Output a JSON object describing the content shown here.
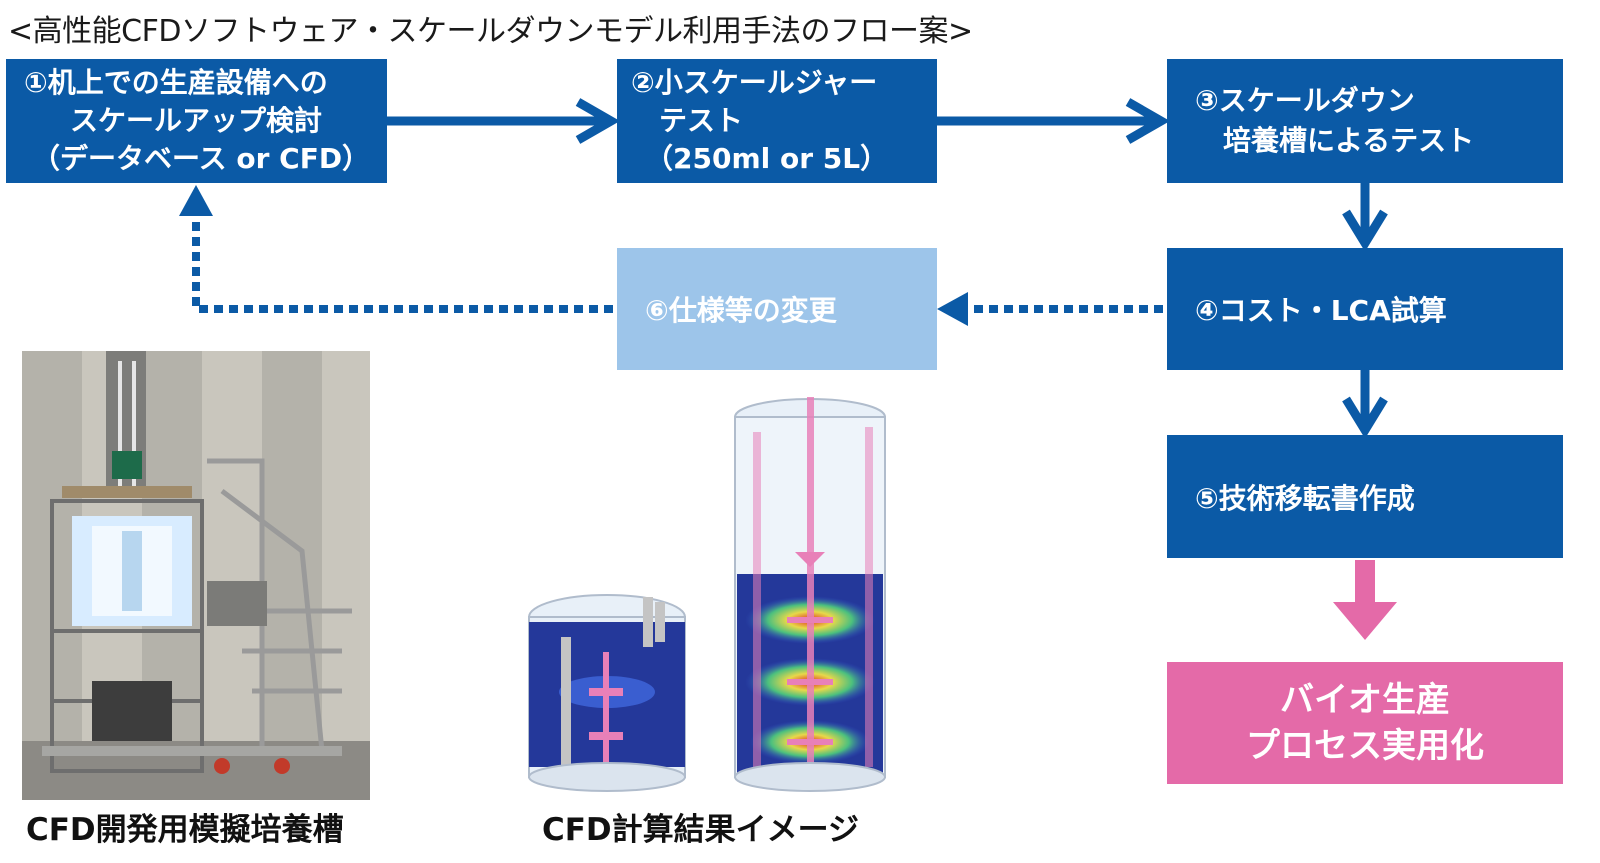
{
  "title": "<高性能CFDソフトウェア・スケールダウンモデル利用手法のフロー案>",
  "steps": {
    "step1": [
      "①机上での生産設備への",
      "スケールアップ検討",
      "（データベース or CFD）"
    ],
    "step2": [
      "②小スケールジャー",
      "テスト",
      "（250ml or 5L）"
    ],
    "step3": [
      "③スケールダウン",
      "培養槽によるテスト"
    ],
    "step4": [
      "④コスト・LCA試算"
    ],
    "step5": [
      "⑤技術移転書作成"
    ],
    "step6": [
      "⑥仕様等の変更"
    ],
    "goal": [
      "バイオ生産",
      "プロセス実用化"
    ]
  },
  "captions": {
    "photo": "CFD開発用模擬培養槽",
    "cfd": "CFD計算結果イメージ"
  },
  "colors": {
    "dark_blue": "#0b5aa6",
    "light_blue": "#9dc5ea",
    "pink": "#e46aa8"
  }
}
